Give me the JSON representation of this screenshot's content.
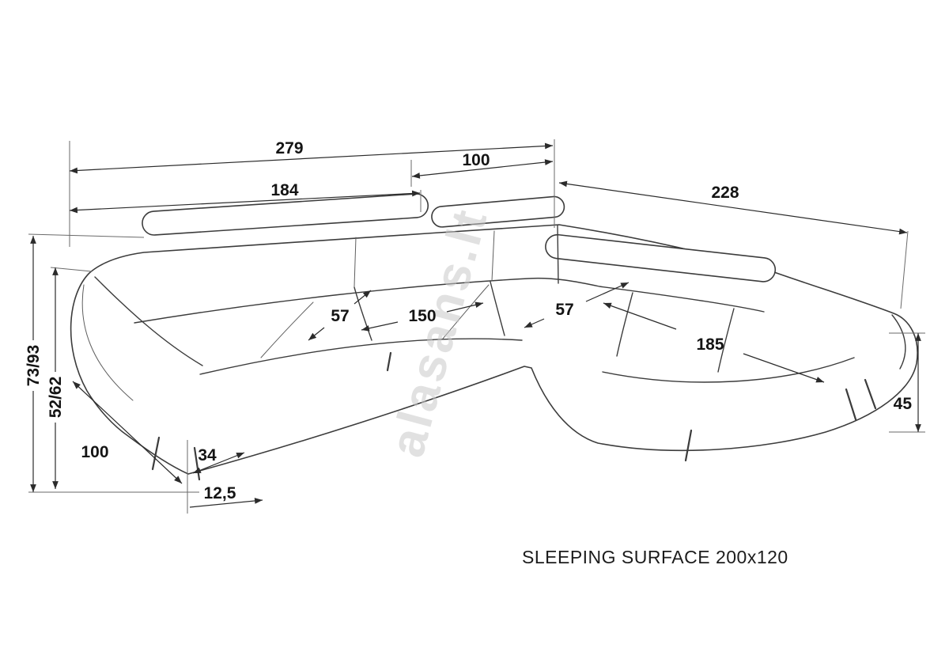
{
  "diagram": {
    "watermark": "alasans.lt",
    "caption": "SLEEPING SURFACE 200x120",
    "dims": {
      "total_width": "279",
      "corner_section_width": "100",
      "left_section_width": "184",
      "right_section_depth": "228",
      "total_height": "73/93",
      "arm_height": "52/62",
      "sofa_depth": "100",
      "leg_inset": "34",
      "leg_height": "12,5",
      "seat_depth_left": "57",
      "seat_length": "150",
      "seat_depth_corner": "57",
      "chaise_seat_length": "185",
      "seat_height": "45"
    }
  }
}
